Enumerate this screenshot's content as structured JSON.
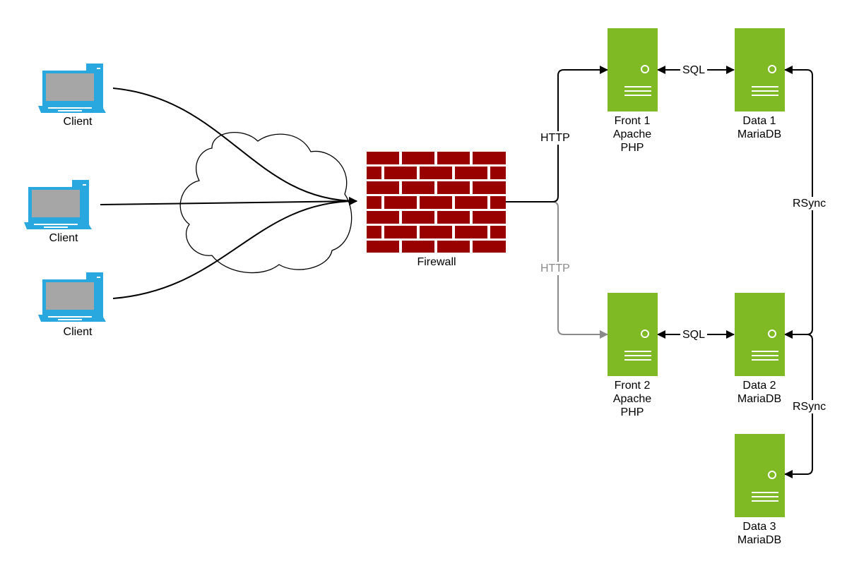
{
  "nodes": {
    "client_1": {
      "label": "Client"
    },
    "client_2": {
      "label": "Client"
    },
    "client_3": {
      "label": "Client"
    },
    "firewall": {
      "label": "Firewall"
    },
    "front_1": {
      "lines": [
        "Front 1",
        "Apache",
        "PHP"
      ]
    },
    "front_2": {
      "lines": [
        "Front 2",
        "Apache",
        "PHP"
      ]
    },
    "data_1": {
      "lines": [
        "Data 1",
        "MariaDB"
      ]
    },
    "data_2": {
      "lines": [
        "Data 2",
        "MariaDB"
      ]
    },
    "data_3": {
      "lines": [
        "Data 3",
        "MariaDB"
      ]
    }
  },
  "edges": {
    "http_primary": "HTTP",
    "http_secondary": "HTTP",
    "sql_1": "SQL",
    "sql_2": "SQL",
    "rsync_1": "RSync",
    "rsync_2": "RSync"
  },
  "colors": {
    "client_icon": "#29a8e0",
    "screen": "#a6a6a6",
    "server": "#7fba24",
    "firewall_brick": "#990000",
    "active_link": "#000000",
    "inactive_link": "#8a8a8a"
  }
}
